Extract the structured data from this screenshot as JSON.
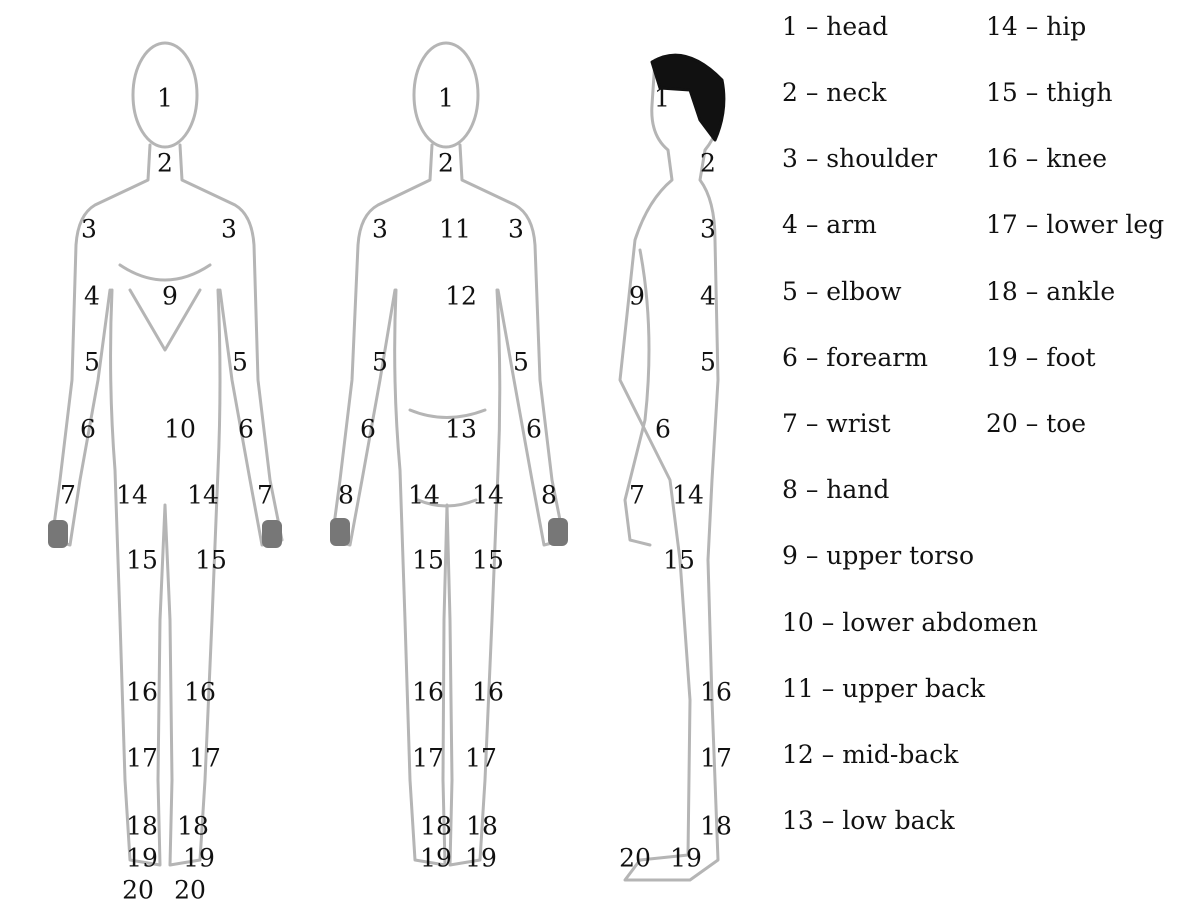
{
  "figures": {
    "front": {
      "labels": [
        "1",
        "2",
        "3",
        "3",
        "4",
        "9",
        "5",
        "5",
        "6",
        "10",
        "6",
        "7",
        "14",
        "14",
        "7",
        "15",
        "15",
        "16",
        "16",
        "17",
        "17",
        "18",
        "18",
        "19",
        "19",
        "20",
        "20"
      ]
    },
    "back": {
      "labels": [
        "1",
        "2",
        "3",
        "11",
        "3",
        "12",
        "5",
        "5",
        "6",
        "13",
        "6",
        "8",
        "14",
        "14",
        "8",
        "15",
        "15",
        "16",
        "16",
        "17",
        "17",
        "18",
        "18",
        "19",
        "19"
      ]
    },
    "side": {
      "labels": [
        "1",
        "2",
        "3",
        "9",
        "4",
        "5",
        "6",
        "7",
        "14",
        "15",
        "16",
        "17",
        "18",
        "20",
        "19"
      ]
    }
  },
  "legend": {
    "col1": [
      "1 – head",
      "2 – neck",
      "3 – shoulder",
      "4 – arm",
      "5 – elbow",
      "6 – forearm",
      "7 – wrist",
      "8 – hand",
      "9 – upper torso",
      "10 – lower abdomen",
      "11 – upper back",
      "12 – mid-back",
      "13 – low back"
    ],
    "col2": [
      "14 – hip",
      "15 – thigh",
      "16 – knee",
      "17 – lower leg",
      "18 – ankle",
      "19 – foot",
      "20 – toe"
    ]
  }
}
